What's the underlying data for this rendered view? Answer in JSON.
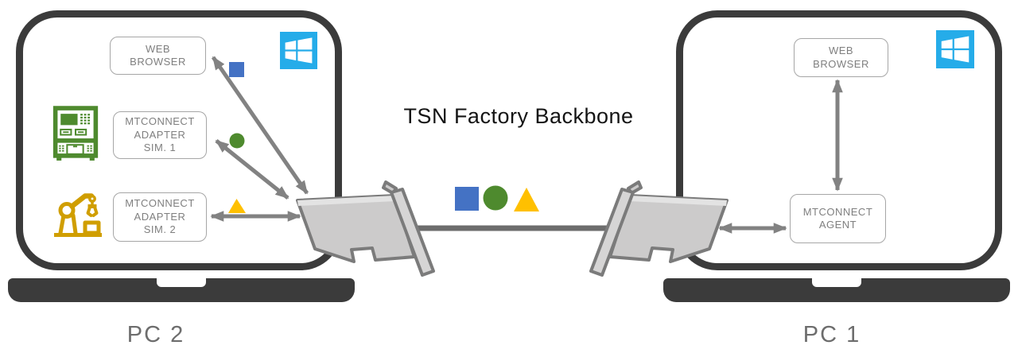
{
  "title": "TSN Factory Backbone",
  "colors": {
    "windows_blue": "#25ace9",
    "square_blue": "#4472c4",
    "circle_green": "#4e8a2e",
    "triangle_yellow": "#ffc000",
    "machine_green": "#4e8a2e",
    "robot_gold": "#d09e00",
    "arrow_gray": "#828282",
    "cable_gray": "#6d6d6d",
    "laptop_dark": "#3b3b3b",
    "nic_fill": "#cccbcb",
    "nic_stroke": "#7b7b7b",
    "box_border": "#a6a6a6",
    "box_text": "#7f7f7f",
    "pc_label_gray": "#6d6d6d"
  },
  "icons": {
    "pc2_os": "windows-logo",
    "pc1_os": "windows-logo",
    "adapter1_device": "cnc-machine",
    "adapter2_device": "robot-arm",
    "link_cards": "nic-card",
    "traffic_markers": [
      "blue-square",
      "green-circle",
      "yellow-triangle"
    ]
  },
  "pc2": {
    "label": "PC 2",
    "web_browser": {
      "line1": "WEB",
      "line2": "BROWSER"
    },
    "adapter1": {
      "line1": "MTCONNECT",
      "line2": "ADAPTER",
      "line3": "SIM. 1"
    },
    "adapter2": {
      "line1": "MTCONNECT",
      "line2": "ADAPTER",
      "line3": "SIM. 2"
    }
  },
  "pc1": {
    "label": "PC 1",
    "web_browser": {
      "line1": "WEB",
      "line2": "BROWSER"
    },
    "agent": {
      "line1": "MTCONNECT",
      "line2": "AGENT"
    }
  }
}
